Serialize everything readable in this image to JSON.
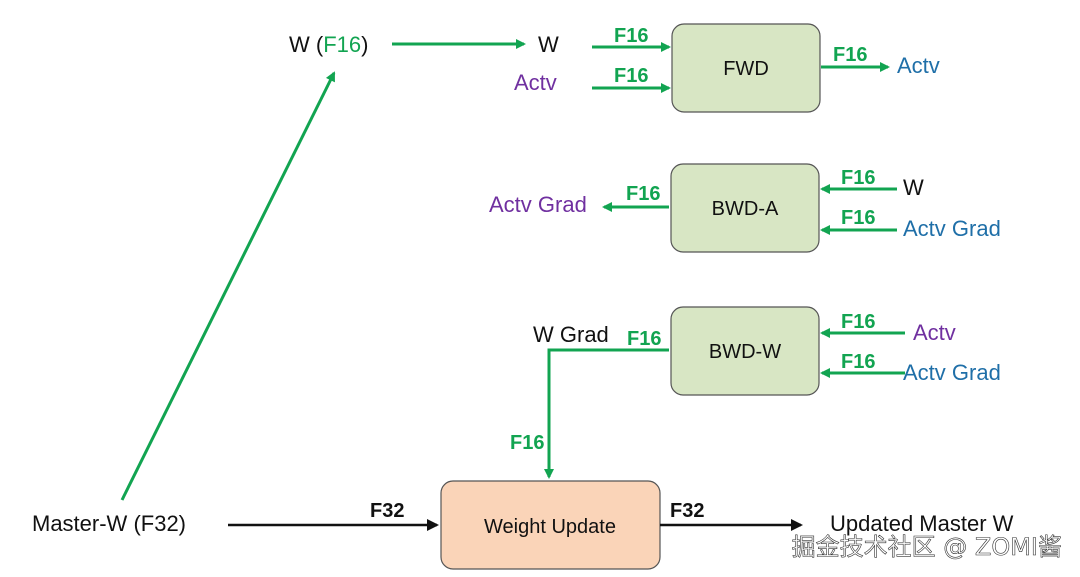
{
  "colors": {
    "green": "#12a451",
    "purple": "#7030a0",
    "blue": "#1f6fa8",
    "black": "#111111",
    "fwd_box_fill": "#d8e6c4",
    "update_box_fill": "#fad4b8"
  },
  "boxes": {
    "fwd": "FWD",
    "bwd_a": "BWD-A",
    "bwd_w": "BWD-W",
    "weight_update": "Weight Update"
  },
  "labels": {
    "w_f16_prefix": "W (",
    "w_f16_mid": "F16",
    "w_f16_suffix": ")",
    "w": "W",
    "actv": "Actv",
    "actv_out": "Actv",
    "actv_grad_out": "Actv Grad",
    "bwd_a_w": "W",
    "bwd_a_actv_grad": "Actv Grad",
    "w_grad": "W Grad",
    "bwd_w_actv": "Actv",
    "bwd_w_actv_grad": "Actv Grad",
    "master_w": "Master-W (F32)",
    "updated_master_w": "Updated Master W"
  },
  "tags": {
    "fwd_in_w": "F16",
    "fwd_in_actv": "F16",
    "fwd_out": "F16",
    "bwd_a_out": "F16",
    "bwd_a_in_w": "F16",
    "bwd_a_in_grad": "F16",
    "bwd_w_out": "F16",
    "bwd_w_in_actv": "F16",
    "bwd_w_in_grad": "F16",
    "grad_down": "F16",
    "update_in": "F32",
    "update_out": "F32"
  },
  "watermark": "掘金技术社区 @ ZOMI酱"
}
